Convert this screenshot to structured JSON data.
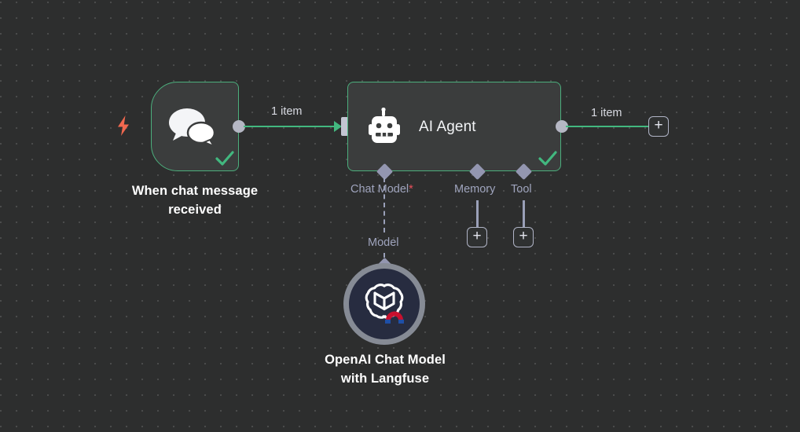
{
  "canvas": {
    "background_color": "#2d2e2e",
    "dot_color": "#4a4b4b",
    "accent_green": "#42b87f",
    "accent_red": "#e8505b",
    "connector_purple": "#9396b0",
    "trigger_bolt_color": "#f0684f"
  },
  "nodes": {
    "trigger": {
      "title": "When chat message received",
      "icon": "chat-bubbles-icon",
      "bolt_icon": "lightning-bolt-icon",
      "status_icon": "check-icon",
      "status": "success"
    },
    "agent": {
      "title": "AI Agent",
      "icon": "robot-icon",
      "status_icon": "check-icon",
      "status": "success",
      "ports": [
        {
          "label": "Chat Model",
          "required": true,
          "required_marker": "*"
        },
        {
          "label": "Memory",
          "required": false,
          "required_marker": ""
        },
        {
          "label": "Tool",
          "required": false,
          "required_marker": ""
        }
      ]
    },
    "chat_model": {
      "title": "OpenAI Chat Model with Langfuse",
      "title_line1": "OpenAI Chat Model",
      "title_line2": "with Langfuse",
      "icon": "openai-logo-icon",
      "badge_icon": "langfuse-magnet-icon",
      "port_label": "Model"
    }
  },
  "edges": {
    "trigger_to_agent": {
      "label": "1 item"
    },
    "agent_to_next": {
      "label": "1 item"
    }
  },
  "buttons": {
    "add_after_agent": "+",
    "add_memory": "+",
    "add_tool": "+"
  }
}
